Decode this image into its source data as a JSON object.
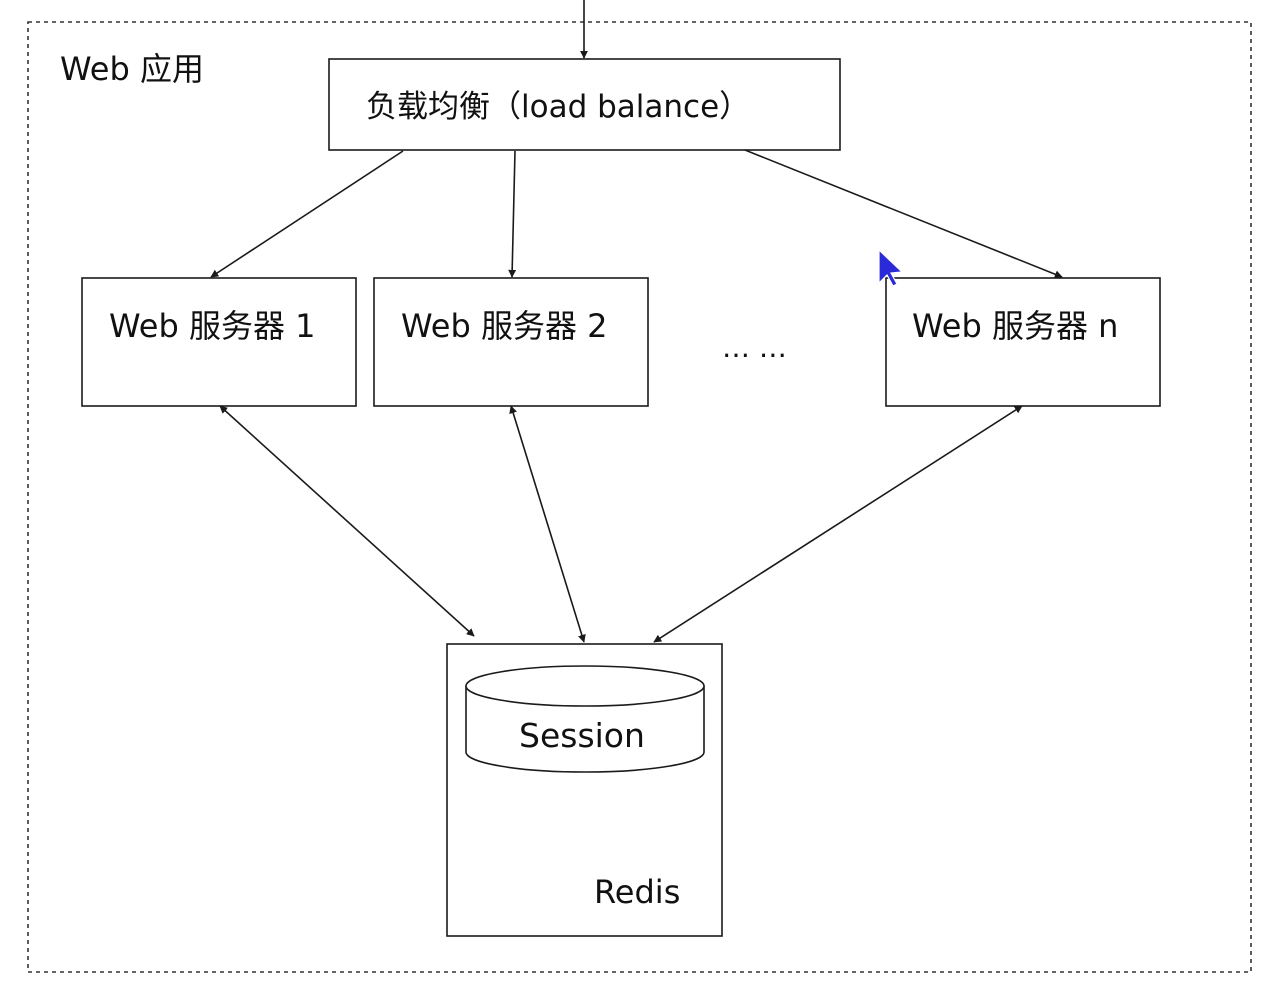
{
  "container": {
    "label": "Web 应用"
  },
  "load_balancer": {
    "label": "负载均衡（load balance）"
  },
  "servers": [
    {
      "label": "Web 服务器 1"
    },
    {
      "label": "Web 服务器 2"
    },
    {
      "label": "Web 服务器 n"
    }
  ],
  "ellipsis": {
    "label": "… …"
  },
  "redis": {
    "label": "Redis",
    "session_label": "Session"
  },
  "colors": {
    "stroke": "#1a1a1a",
    "cursor": "#2a2ad8"
  }
}
